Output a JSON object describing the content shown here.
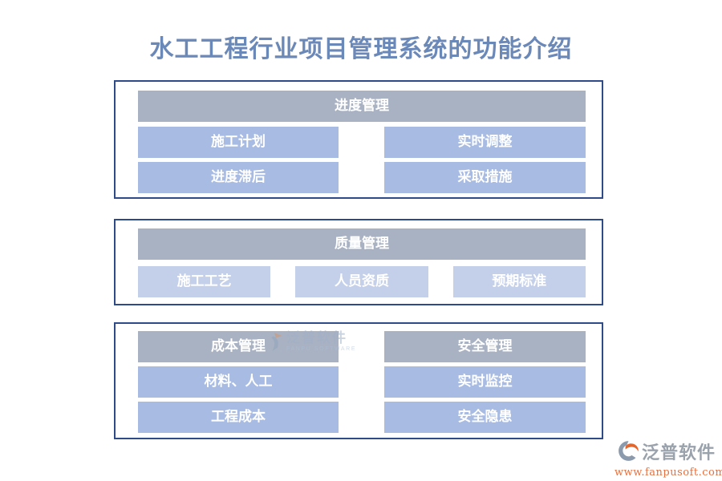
{
  "title": "水工工程行业项目管理系统的功能介绍",
  "panels": {
    "progress": {
      "header": "进度管理",
      "items": [
        "施工计划",
        "实时调整",
        "进度滞后",
        "采取措施"
      ]
    },
    "quality": {
      "header": "质量管理",
      "items": [
        "施工工艺",
        "人员资质",
        "预期标准"
      ]
    },
    "cost": {
      "header": "成本管理",
      "items": [
        "材料、人工",
        "工程成本"
      ]
    },
    "safety": {
      "header": "安全管理",
      "items": [
        "实时监控",
        "安全隐患"
      ]
    }
  },
  "watermark": {
    "brand": "泛普软件",
    "subtitle": "FANPU SOFTWARE"
  },
  "footer": {
    "brand": "泛普软件",
    "url": "www.fanpusoft.com"
  },
  "colors": {
    "title_text": "#6b89b8",
    "panel_border": "#2e4a88",
    "header_bg": "#a9b2c3",
    "node_bg": "#a8bbe2",
    "node_bg_light": "#c4d0ea",
    "node_text": "#ffffff",
    "logo_orange": "#e2672f",
    "logo_gray": "#9aa2ac",
    "url_orange": "#e4713f"
  }
}
